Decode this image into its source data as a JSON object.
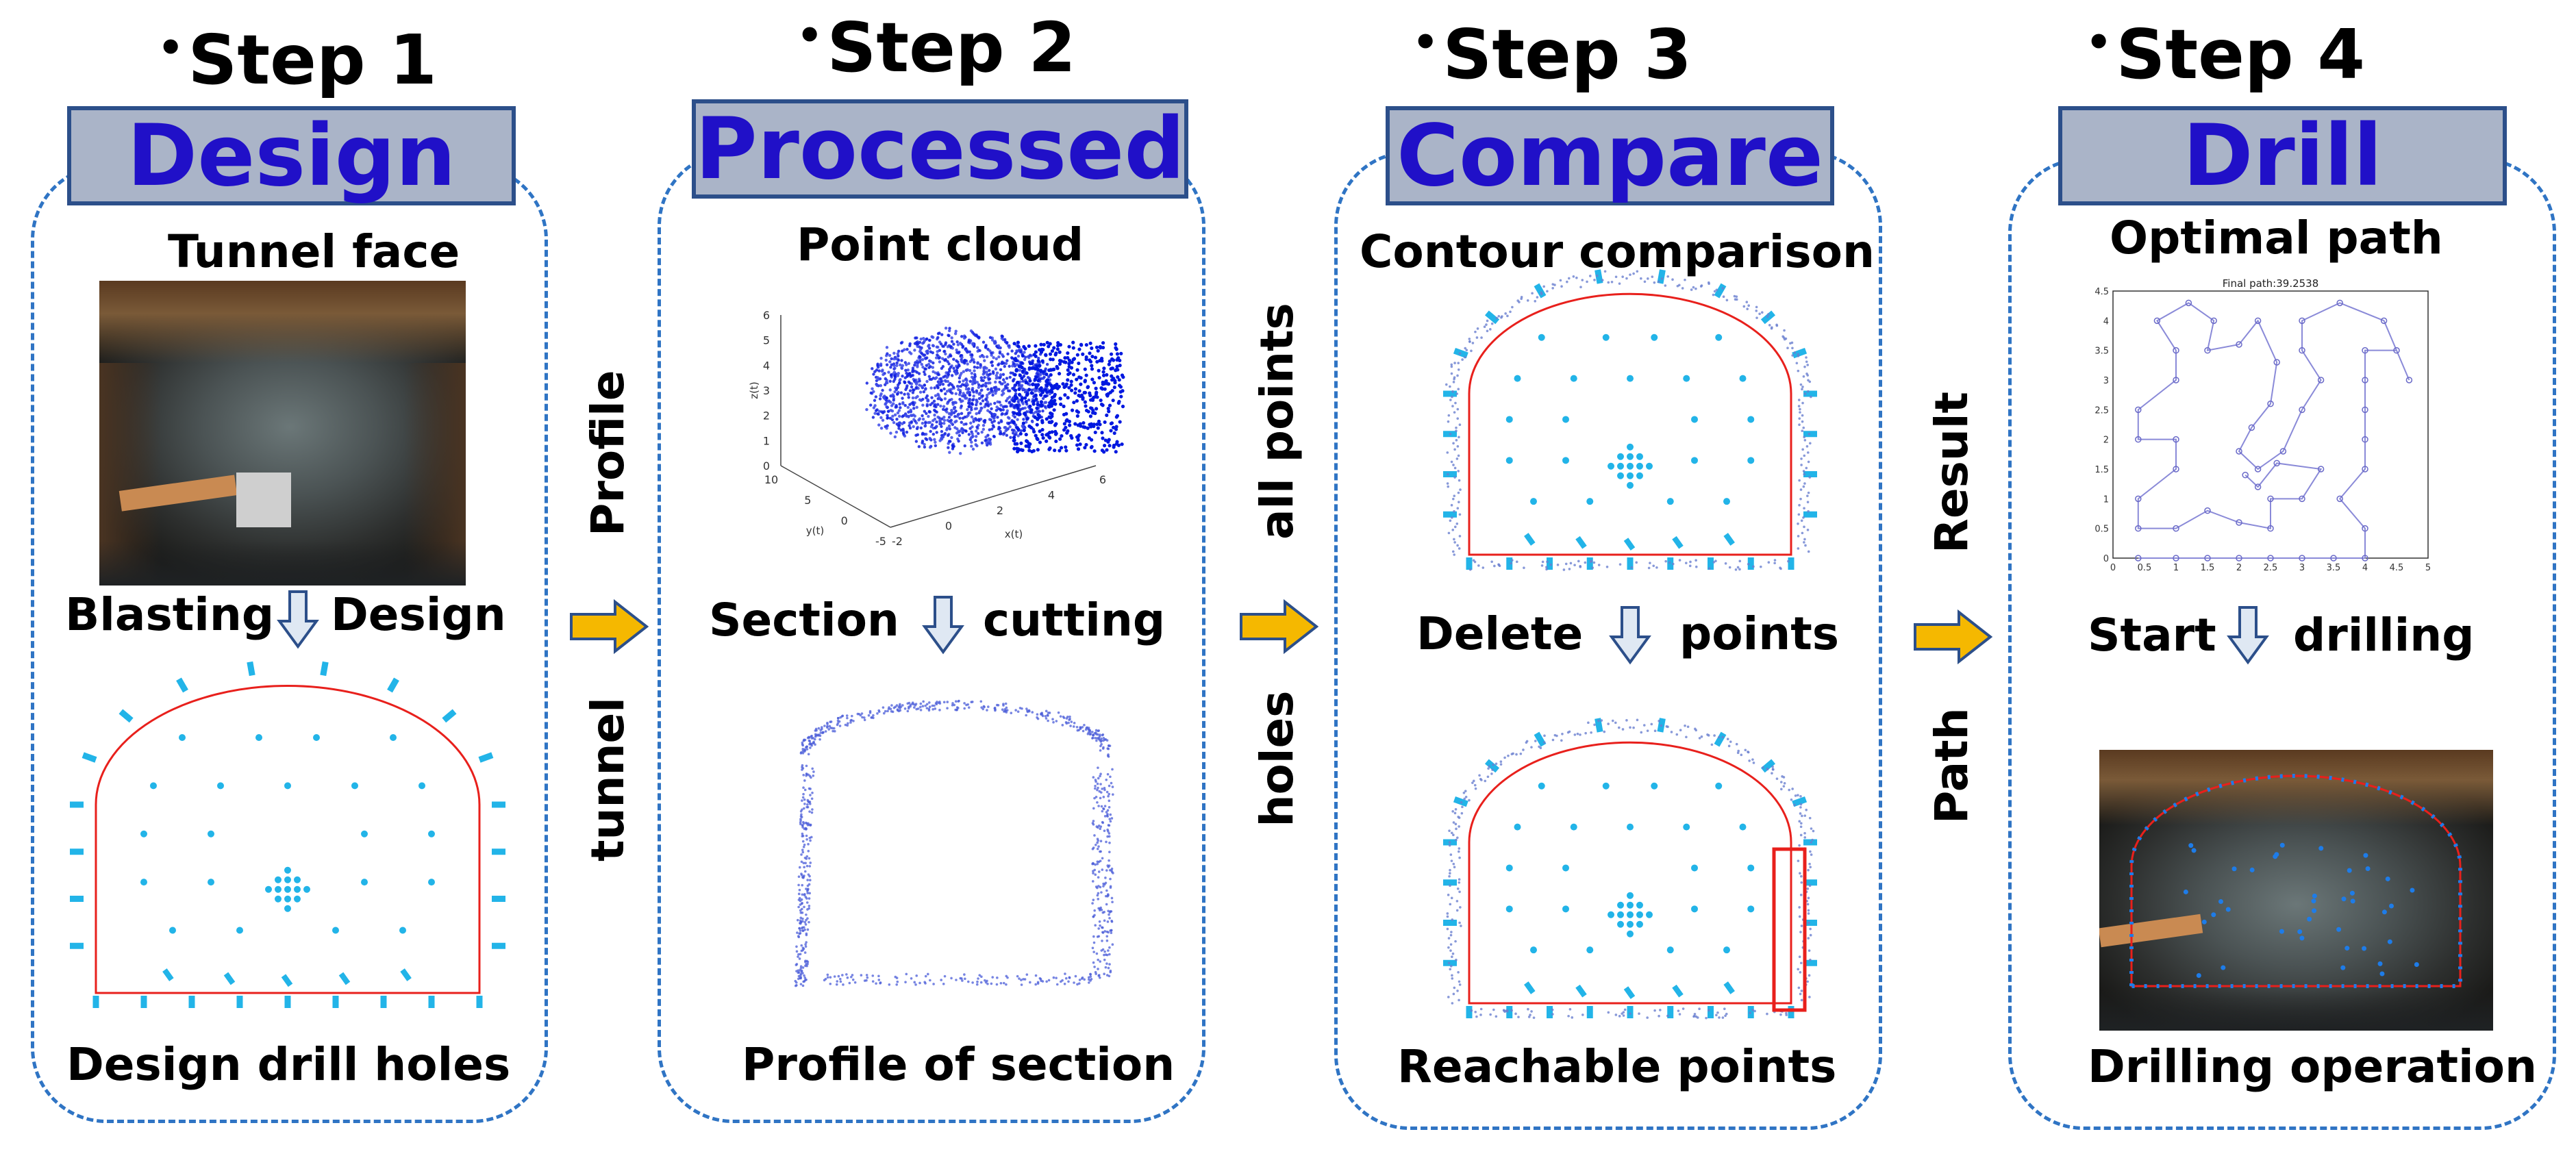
{
  "steps": [
    {
      "title": "Step 1",
      "banner": "Design",
      "top_label": "Tunnel face",
      "mid_left": "Blasting",
      "mid_right": "Design",
      "bottom_label": "Design drill holes"
    },
    {
      "title": "Step 2",
      "banner": "Processed",
      "top_label": "Point cloud",
      "mid_left": "Section",
      "mid_right": "cutting",
      "bottom_label": "Profile of section"
    },
    {
      "title": "Step 3",
      "banner": "Compare",
      "top_label": "Contour comparison",
      "mid_left": "Delete",
      "mid_right": "points",
      "bottom_label": "Reachable points"
    },
    {
      "title": "Step 4",
      "banner": "Drill",
      "top_label": "Optimal path",
      "mid_left": "Start",
      "mid_right": "drilling",
      "bottom_label": "Drilling operation"
    }
  ],
  "connectors": [
    {
      "above": "Profile",
      "below": "tunnel"
    },
    {
      "above": "all points",
      "below": "holes"
    },
    {
      "above": "Result",
      "below": "Path"
    }
  ],
  "path_plot": {
    "title": "Final path:39.2538",
    "x_ticks": [
      "0",
      "0.5",
      "1",
      "1.5",
      "2",
      "2.5",
      "3",
      "3.5",
      "4",
      "4.5",
      "5"
    ],
    "y_ticks": [
      "0",
      "0.5",
      "1",
      "1.5",
      "2",
      "2.5",
      "3",
      "3.5",
      "4",
      "4.5"
    ]
  },
  "point_cloud_plot": {
    "z_ticks": [
      "0",
      "1",
      "2",
      "3",
      "4",
      "5",
      "6"
    ],
    "x_ticks": [
      "-2",
      "0",
      "2",
      "4",
      "6"
    ],
    "y_ticks": [
      "10",
      "5",
      "0",
      "-5"
    ],
    "zlabel": "z(t)",
    "xlabel": "x(t)",
    "ylabel": "y(t)"
  },
  "colors": {
    "banner_text": "#2010c8",
    "banner_fill": "#aab4c8",
    "panel_border": "#2f74c4",
    "arrow_fill": "#f5b800",
    "contour": "#e8201c",
    "holes": "#22b4e8"
  }
}
